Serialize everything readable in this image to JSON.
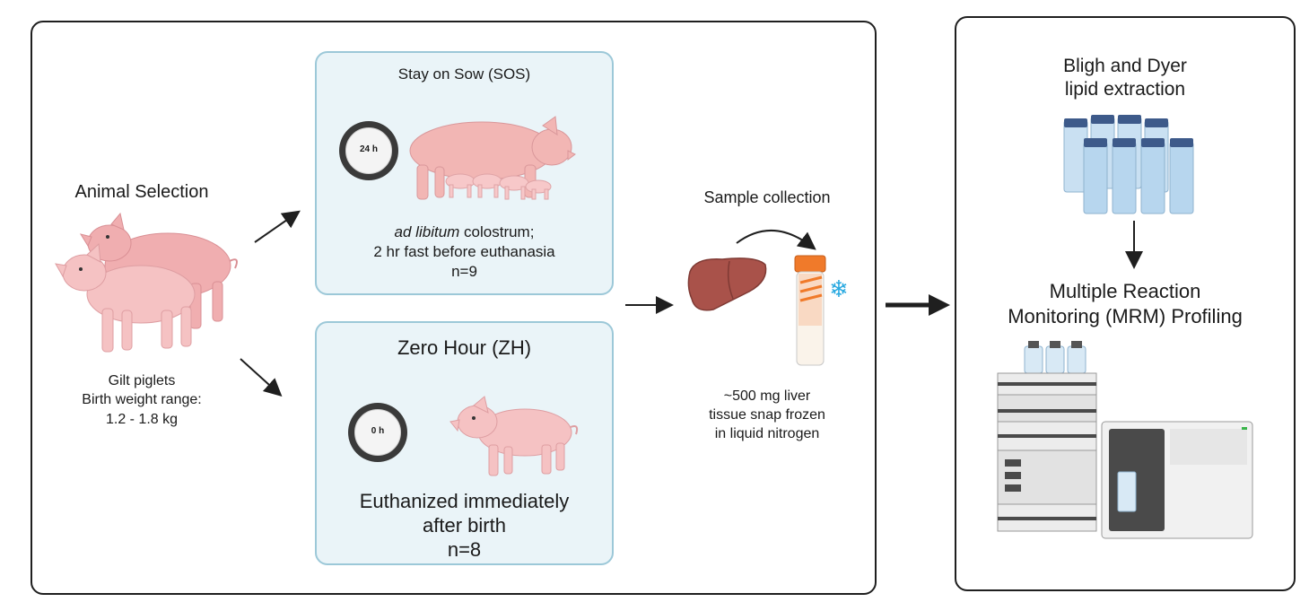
{
  "animal_selection": {
    "title": "Animal Selection",
    "caption_line1": "Gilt piglets",
    "caption_line2": "Birth weight range:",
    "caption_line3": "1.2 - 1.8 kg"
  },
  "sos_group": {
    "title": "Stay on Sow (SOS)",
    "clock_label": "24 h",
    "desc_italic": "ad libitum",
    "desc_line1_rest": " colostrum;",
    "desc_line2": "2 hr fast before euthanasia",
    "n": "n=9"
  },
  "zh_group": {
    "title": "Zero Hour (ZH)",
    "clock_label": "0 h",
    "desc_line1": "Euthanized immediately",
    "desc_line2": "after birth",
    "n": "n=8"
  },
  "sample_collection": {
    "title": "Sample collection",
    "caption_line1": "~500 mg liver",
    "caption_line2": "tissue snap frozen",
    "caption_line3": "in liquid nitrogen"
  },
  "extraction": {
    "title_line1": "Bligh and Dyer",
    "title_line2": "lipid extraction"
  },
  "mrm": {
    "title_line1": "Multiple Reaction",
    "title_line2": "Monitoring (MRM) Profiling"
  },
  "colors": {
    "panel_border": "#1f1f1f",
    "group_border": "#9cc8d8",
    "group_fill": "#eaf4f8",
    "pig": "#f2b6b4",
    "liver": "#a9524a",
    "tube_cap": "#f07a2a",
    "snowflake": "#29a9e0"
  }
}
